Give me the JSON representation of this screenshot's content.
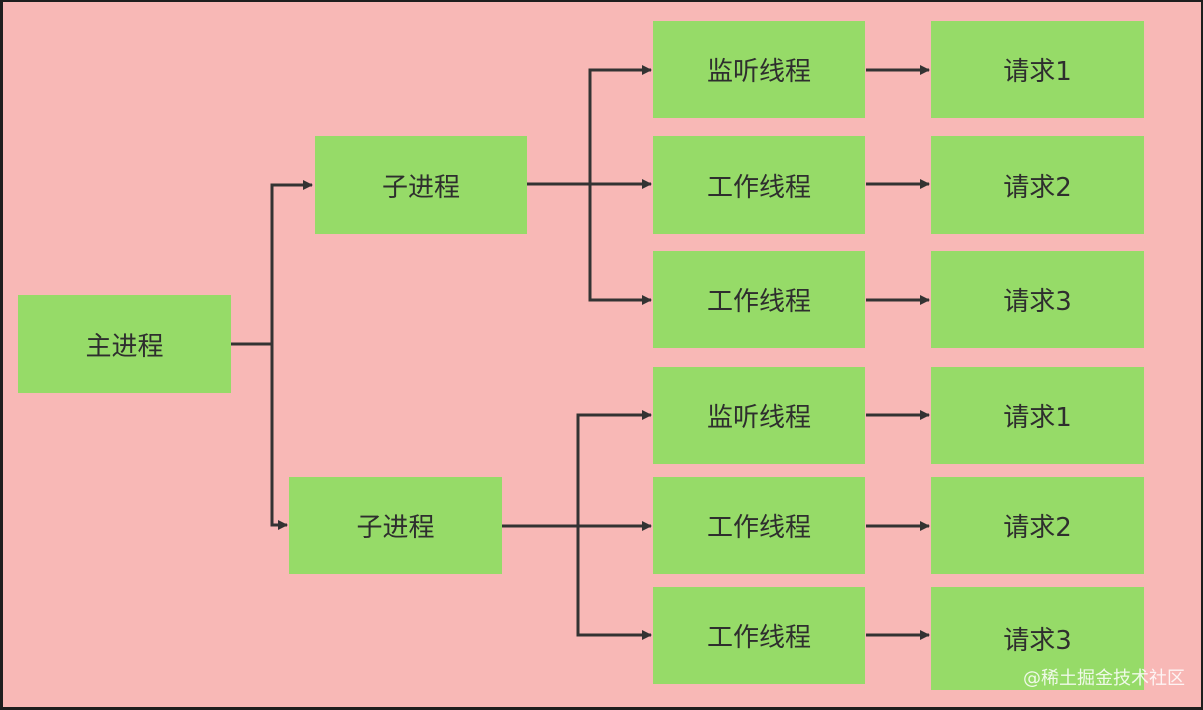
{
  "diagram": {
    "root": {
      "label": "主进程"
    },
    "children": [
      {
        "label": "子进程",
        "threads": [
          {
            "label": "监听线程",
            "request": "请求1"
          },
          {
            "label": "工作线程",
            "request": "请求2"
          },
          {
            "label": "工作线程",
            "request": "请求3"
          }
        ]
      },
      {
        "label": "子进程",
        "threads": [
          {
            "label": "监听线程",
            "request": "请求1"
          },
          {
            "label": "工作线程",
            "request": "请求2"
          },
          {
            "label": "工作线程",
            "request": "请求3"
          }
        ]
      }
    ]
  },
  "watermark": "@稀土掘金技术社区",
  "colors": {
    "background": "#f8b8b6",
    "node_fill": "#96db68",
    "connector": "#333333",
    "frame": "#1e1e1e"
  }
}
